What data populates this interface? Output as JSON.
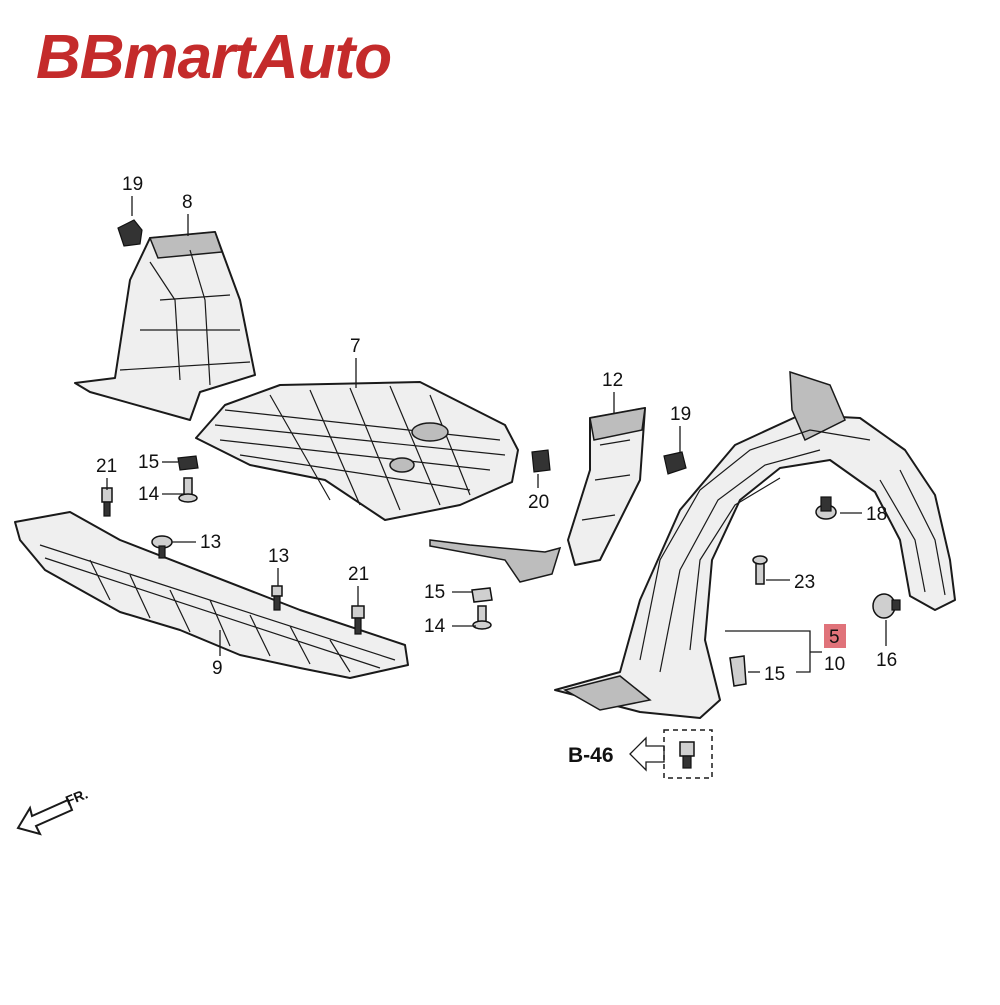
{
  "brand": {
    "text": "BBmartAuto",
    "color": "#c42b2b"
  },
  "callouts": {
    "c19a": "19",
    "c8": "8",
    "c7": "7",
    "c12": "12",
    "c19b": "19",
    "c21a": "21",
    "c15a": "15",
    "c14a": "14",
    "c20": "20",
    "c18": "18",
    "c13a": "13",
    "c13b": "13",
    "c21b": "21",
    "c23": "23",
    "c15b": "15",
    "c14b": "14",
    "c9": "9",
    "c5": "5",
    "c10": "10",
    "c16": "16",
    "c15c": "15"
  },
  "highlight": {
    "color": "#e0737a"
  },
  "reference": {
    "label": "B-46"
  },
  "direction": {
    "label": "FR."
  }
}
